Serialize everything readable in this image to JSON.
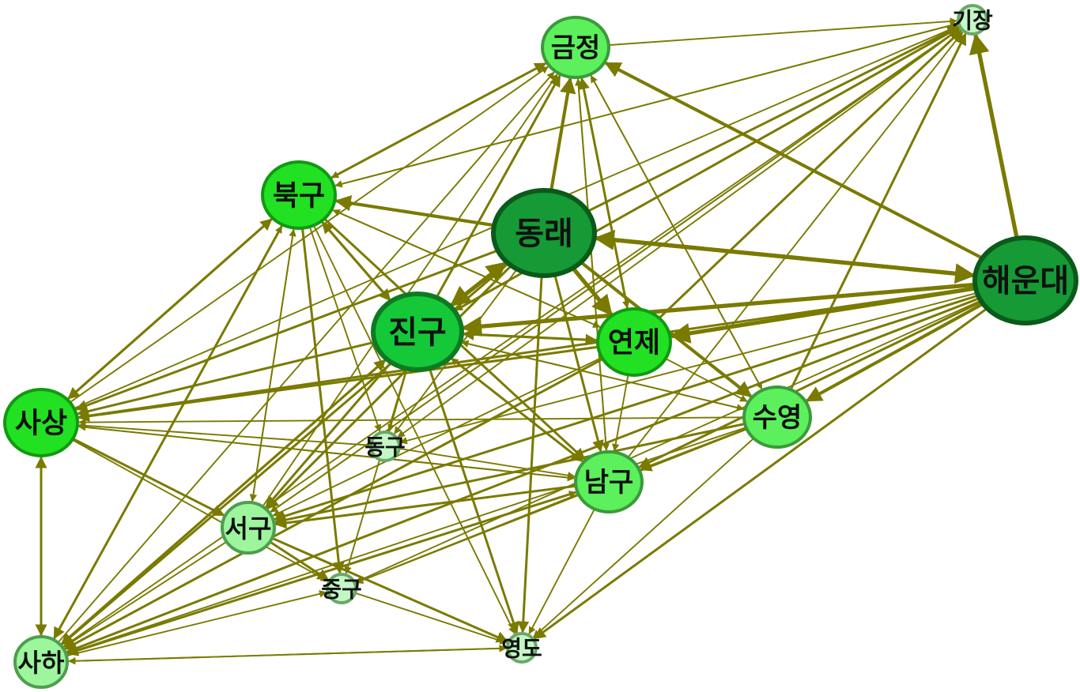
{
  "diagram": {
    "edge_color": "#7a7a00",
    "nodes": [
      {
        "id": "geumjeong",
        "label": "금정",
        "weight": 3,
        "fill": "#5cf05c",
        "stroke": "#3a9a3a"
      },
      {
        "id": "gijang",
        "label": "기장",
        "weight": 1,
        "fill": "#c4f7c4",
        "stroke": "#6aa86a"
      },
      {
        "id": "bukgu",
        "label": "북구",
        "weight": 4,
        "fill": "#22e022",
        "stroke": "#119911"
      },
      {
        "id": "dongnae",
        "label": "동래",
        "weight": 6,
        "fill": "#159a35",
        "stroke": "#0a5a1a"
      },
      {
        "id": "haeundae",
        "label": "해운대",
        "weight": 6,
        "fill": "#159a35",
        "stroke": "#0a5a1a"
      },
      {
        "id": "jingu",
        "label": "진구",
        "weight": 5,
        "fill": "#14c837",
        "stroke": "#0d7a22"
      },
      {
        "id": "yeonje",
        "label": "연제",
        "weight": 4,
        "fill": "#22e022",
        "stroke": "#119911"
      },
      {
        "id": "sasang",
        "label": "사상",
        "weight": 4,
        "fill": "#22e022",
        "stroke": "#119911"
      },
      {
        "id": "suyeong",
        "label": "수영",
        "weight": 3,
        "fill": "#5cf05c",
        "stroke": "#3a9a3a"
      },
      {
        "id": "donggu",
        "label": "동구",
        "weight": 1,
        "fill": "#c4f7c4",
        "stroke": "#6aa86a"
      },
      {
        "id": "namgu",
        "label": "남구",
        "weight": 3,
        "fill": "#5cf05c",
        "stroke": "#3a9a3a"
      },
      {
        "id": "seogu",
        "label": "서구",
        "weight": 2,
        "fill": "#9df59d",
        "stroke": "#4e9e4e"
      },
      {
        "id": "junggu",
        "label": "중구",
        "weight": 1,
        "fill": "#c4f7c4",
        "stroke": "#6aa86a"
      },
      {
        "id": "yeongdo",
        "label": "영도",
        "weight": 1,
        "fill": "#c4f7c4",
        "stroke": "#6aa86a"
      },
      {
        "id": "saha",
        "label": "사하",
        "weight": 2,
        "fill": "#9df59d",
        "stroke": "#4e9e4e"
      }
    ],
    "edges": [
      {
        "from": "haeundae",
        "to": "gijang",
        "w": 4
      },
      {
        "from": "haeundae",
        "to": "dongnae",
        "w": 4
      },
      {
        "from": "dongnae",
        "to": "haeundae",
        "w": 4
      },
      {
        "from": "haeundae",
        "to": "geumjeong",
        "w": 3
      },
      {
        "from": "haeundae",
        "to": "jingu",
        "w": 4
      },
      {
        "from": "haeundae",
        "to": "yeonje",
        "w": 4
      },
      {
        "from": "haeundae",
        "to": "suyeong",
        "w": 3
      },
      {
        "from": "haeundae",
        "to": "namgu",
        "w": 2
      },
      {
        "from": "haeundae",
        "to": "yeongdo",
        "w": 2
      },
      {
        "from": "haeundae",
        "to": "sasang",
        "w": 2
      },
      {
        "from": "haeundae",
        "to": "seogu",
        "w": 2
      },
      {
        "from": "haeundae",
        "to": "saha",
        "w": 2
      },
      {
        "from": "haeundae",
        "to": "donggu",
        "w": 1
      },
      {
        "from": "haeundae",
        "to": "junggu",
        "w": 1
      },
      {
        "from": "dongnae",
        "to": "bukgu",
        "w": 3
      },
      {
        "from": "dongnae",
        "to": "geumjeong",
        "w": 3
      },
      {
        "from": "dongnae",
        "to": "jingu",
        "w": 4
      },
      {
        "from": "dongnae",
        "to": "yeonje",
        "w": 4
      },
      {
        "from": "dongnae",
        "to": "suyeong",
        "w": 3
      },
      {
        "from": "dongnae",
        "to": "namgu",
        "w": 2
      },
      {
        "from": "dongnae",
        "to": "yeongdo",
        "w": 2
      },
      {
        "from": "dongnae",
        "to": "sasang",
        "w": 2
      },
      {
        "from": "dongnae",
        "to": "seogu",
        "w": 2
      },
      {
        "from": "dongnae",
        "to": "saha",
        "w": 2
      },
      {
        "from": "dongnae",
        "to": "gijang",
        "w": 2
      },
      {
        "from": "dongnae",
        "to": "donggu",
        "w": 1
      },
      {
        "from": "jingu",
        "to": "dongnae",
        "w": 4
      },
      {
        "from": "jingu",
        "to": "geumjeong",
        "w": 2
      },
      {
        "from": "jingu",
        "to": "bukgu",
        "w": 2
      },
      {
        "from": "jingu",
        "to": "sasang",
        "w": 2
      },
      {
        "from": "jingu",
        "to": "gijang",
        "w": 2
      },
      {
        "from": "jingu",
        "to": "yeonje",
        "w": 2
      },
      {
        "from": "jingu",
        "to": "seogu",
        "w": 2
      },
      {
        "from": "jingu",
        "to": "saha",
        "w": 2
      },
      {
        "from": "jingu",
        "to": "yeongdo",
        "w": 2
      },
      {
        "from": "jingu",
        "to": "namgu",
        "w": 2
      },
      {
        "from": "jingu",
        "to": "donggu",
        "w": 1
      },
      {
        "from": "jingu",
        "to": "junggu",
        "w": 1
      },
      {
        "from": "jingu",
        "to": "suyeong",
        "w": 1
      },
      {
        "from": "yeonje",
        "to": "jingu",
        "w": 2
      },
      {
        "from": "yeonje",
        "to": "geumjeong",
        "w": 2
      },
      {
        "from": "yeonje",
        "to": "gijang",
        "w": 2
      },
      {
        "from": "yeonje",
        "to": "sasang",
        "w": 2
      },
      {
        "from": "yeonje",
        "to": "bukgu",
        "w": 1
      },
      {
        "from": "yeonje",
        "to": "saha",
        "w": 2
      },
      {
        "from": "yeonje",
        "to": "seogu",
        "w": 1
      },
      {
        "from": "yeonje",
        "to": "namgu",
        "w": 1
      },
      {
        "from": "yeonje",
        "to": "suyeong",
        "w": 1
      },
      {
        "from": "bukgu",
        "to": "geumjeong",
        "w": 2
      },
      {
        "from": "bukgu",
        "to": "sasang",
        "w": 2
      },
      {
        "from": "bukgu",
        "to": "jingu",
        "w": 2
      },
      {
        "from": "bukgu",
        "to": "saha",
        "w": 2
      },
      {
        "from": "bukgu",
        "to": "seogu",
        "w": 1
      },
      {
        "from": "bukgu",
        "to": "junggu",
        "w": 2
      },
      {
        "from": "bukgu",
        "to": "namgu",
        "w": 2
      },
      {
        "from": "bukgu",
        "to": "yeongdo",
        "w": 1
      },
      {
        "from": "bukgu",
        "to": "donggu",
        "w": 1
      },
      {
        "from": "bukgu",
        "to": "yeonje",
        "w": 1
      },
      {
        "from": "bukgu",
        "to": "gijang",
        "w": 1
      },
      {
        "from": "geumjeong",
        "to": "bukgu",
        "w": 1
      },
      {
        "from": "geumjeong",
        "to": "gijang",
        "w": 1
      },
      {
        "from": "geumjeong",
        "to": "yeonje",
        "w": 1
      },
      {
        "from": "geumjeong",
        "to": "suyeong",
        "w": 1
      },
      {
        "from": "geumjeong",
        "to": "namgu",
        "w": 1
      },
      {
        "from": "sasang",
        "to": "bukgu",
        "w": 2
      },
      {
        "from": "sasang",
        "to": "saha",
        "w": 2
      },
      {
        "from": "saha",
        "to": "sasang",
        "w": 2
      },
      {
        "from": "sasang",
        "to": "seogu",
        "w": 2
      },
      {
        "from": "sasang",
        "to": "geumjeong",
        "w": 1
      },
      {
        "from": "sasang",
        "to": "gijang",
        "w": 1
      },
      {
        "from": "sasang",
        "to": "junggu",
        "w": 1
      },
      {
        "from": "sasang",
        "to": "namgu",
        "w": 1
      },
      {
        "from": "saha",
        "to": "bukgu",
        "w": 1
      },
      {
        "from": "saha",
        "to": "jingu",
        "w": 2
      },
      {
        "from": "saha",
        "to": "geumjeong",
        "w": 1
      },
      {
        "from": "saha",
        "to": "junggu",
        "w": 1
      },
      {
        "from": "saha",
        "to": "yeongdo",
        "w": 1
      },
      {
        "from": "saha",
        "to": "namgu",
        "w": 1
      },
      {
        "from": "seogu",
        "to": "bukgu",
        "w": 1
      },
      {
        "from": "seogu",
        "to": "junggu",
        "w": 2
      },
      {
        "from": "seogu",
        "to": "yeongdo",
        "w": 2
      },
      {
        "from": "seogu",
        "to": "saha",
        "w": 1
      },
      {
        "from": "seogu",
        "to": "geumjeong",
        "w": 1
      },
      {
        "from": "seogu",
        "to": "gijang",
        "w": 1
      },
      {
        "from": "namgu",
        "to": "seogu",
        "w": 2
      },
      {
        "from": "namgu",
        "to": "saha",
        "w": 2
      },
      {
        "from": "namgu",
        "to": "junggu",
        "w": 1
      },
      {
        "from": "namgu",
        "to": "yeongdo",
        "w": 1
      },
      {
        "from": "namgu",
        "to": "sasang",
        "w": 1
      },
      {
        "from": "namgu",
        "to": "jingu",
        "w": 1
      },
      {
        "from": "namgu",
        "to": "gijang",
        "w": 1
      },
      {
        "from": "namgu",
        "to": "geumjeong",
        "w": 1
      },
      {
        "from": "suyeong",
        "to": "namgu",
        "w": 2
      },
      {
        "from": "suyeong",
        "to": "gijang",
        "w": 2
      },
      {
        "from": "suyeong",
        "to": "seogu",
        "w": 2
      },
      {
        "from": "suyeong",
        "to": "saha",
        "w": 1
      },
      {
        "from": "suyeong",
        "to": "sasang",
        "w": 1
      },
      {
        "from": "suyeong",
        "to": "junggu",
        "w": 1
      },
      {
        "from": "suyeong",
        "to": "yeongdo",
        "w": 1
      },
      {
        "from": "suyeong",
        "to": "jingu",
        "w": 1
      },
      {
        "from": "suyeong",
        "to": "geumjeong",
        "w": 1
      },
      {
        "from": "donggu",
        "to": "sasang",
        "w": 1
      },
      {
        "from": "donggu",
        "to": "namgu",
        "w": 1
      },
      {
        "from": "junggu",
        "to": "yeongdo",
        "w": 1
      },
      {
        "from": "yeongdo",
        "to": "saha",
        "w": 1
      },
      {
        "from": "gijang",
        "to": "bukgu",
        "w": 1
      },
      {
        "from": "gijang",
        "to": "saha",
        "w": 1
      },
      {
        "from": "gijang",
        "to": "seogu",
        "w": 1
      },
      {
        "from": "gijang",
        "to": "jingu",
        "w": 1
      },
      {
        "from": "gijang",
        "to": "donggu",
        "w": 1
      }
    ]
  }
}
